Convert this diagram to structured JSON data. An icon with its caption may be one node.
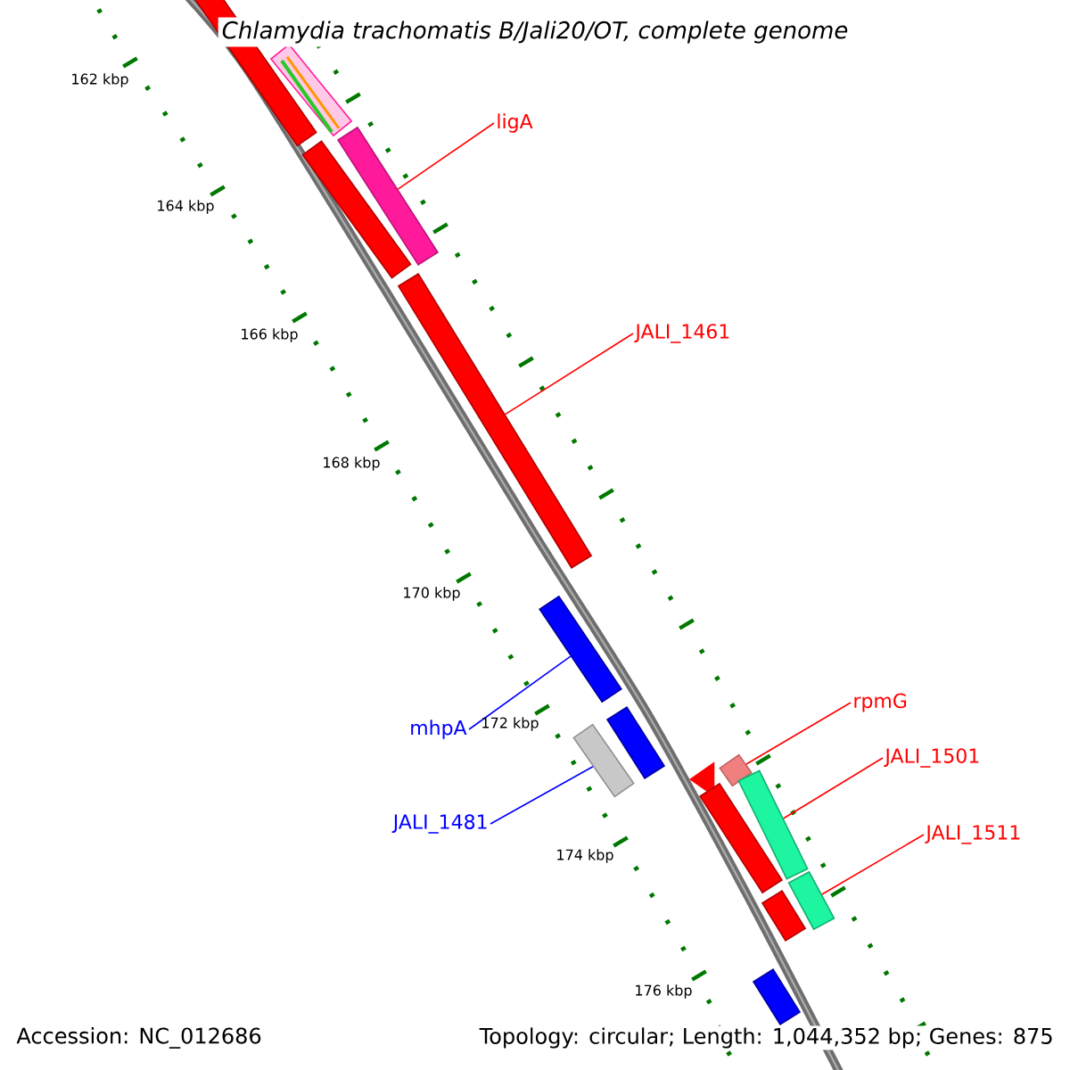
{
  "diagram": {
    "title": "Chlamydia trachomatis B/Jali20/OT, complete genome",
    "nodes": [
      {
        "text": [
          "ligA"
        ]
      },
      {
        "text": [],
        "shape": "bar"
      },
      {
        "text": [
          "JALI_1461"
        ]
      },
      {
        "text": [],
        "shape": "bar"
      },
      {
        "text": [
          "rpmG"
        ]
      },
      {
        "text": [],
        "shape": "bar"
      },
      {
        "text": [
          "mhpA"
        ]
      },
      {
        "text": [],
        "shape": "bar"
      },
      {
        "text": [
          "JALI_1501"
        ]
      },
      {
        "text": [],
        "shape": "bar"
      },
      {
        "text": [
          "JALI_1481"
        ]
      },
      {
        "text": [],
        "shape": "bar"
      },
      {
        "text": [
          "JALI_1511"
        ]
      },
      {
        "text": [],
        "shape": "bar"
      },
      {
        "text": [],
        "shape": "bar"
      },
      {
        "text": [],
        "shape": "bar"
      },
      {
        "text": [],
        "shape": "bar"
      },
      {
        "text": [],
        "shape": "bar"
      },
      {
        "text": [],
        "shape": "triangle"
      },
      {
        "text": [],
        "shape": "bar"
      },
      {
        "text": [],
        "shape": "bar"
      },
      {
        "text": [],
        "shape": "bar"
      }
    ],
    "edges": [
      {
        "from": 0,
        "to": 1,
        "arrow": "none"
      },
      {
        "from": 2,
        "to": 3,
        "arrow": "none"
      },
      {
        "from": 4,
        "to": 5,
        "arrow": "none"
      },
      {
        "from": 6,
        "to": 7,
        "arrow": "none",
        "color": "#0000ff"
      },
      {
        "from": 8,
        "to": 9,
        "arrow": "none"
      },
      {
        "from": 10,
        "to": 11,
        "arrow": "none",
        "color": "#0000ff"
      },
      {
        "from": 12,
        "to": 13,
        "arrow": "none"
      }
    ],
    "labels": [
      "162 kbp",
      "164 kbp",
      "166 kbp",
      "168 kbp",
      "170 kbp",
      "172 kbp",
      "174 kbp",
      "176 kbp",
      "Accession: NC_012686",
      "Topology: circular; Length: 1,044,352 bp; Genes: 875"
    ]
  }
}
